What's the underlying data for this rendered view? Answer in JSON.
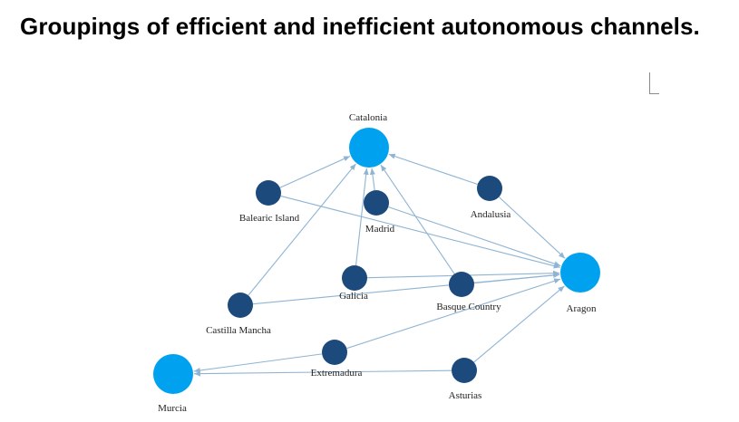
{
  "title": "Groupings of efficient and inefficient autonomous channels.",
  "colors": {
    "efficient": "#00a2f0",
    "inefficient": "#1c4a7c",
    "edge": "#8fb4d4"
  },
  "nodes": [
    {
      "id": "catalonia",
      "label": "Catalonia",
      "group": "efficient"
    },
    {
      "id": "balearic",
      "label": "Balearic Island",
      "group": "inefficient"
    },
    {
      "id": "madrid",
      "label": "Madrid",
      "group": "inefficient"
    },
    {
      "id": "andalusia",
      "label": "Andalusia",
      "group": "inefficient"
    },
    {
      "id": "aragon",
      "label": "Aragon",
      "group": "efficient"
    },
    {
      "id": "galicia",
      "label": "Galicia",
      "group": "inefficient"
    },
    {
      "id": "basque",
      "label": "Basque Country",
      "group": "inefficient"
    },
    {
      "id": "castilla",
      "label": "Castilla Mancha",
      "group": "inefficient"
    },
    {
      "id": "extremadura",
      "label": "Extremadura",
      "group": "inefficient"
    },
    {
      "id": "asturias",
      "label": "Asturias",
      "group": "inefficient"
    },
    {
      "id": "murcia",
      "label": "Murcia",
      "group": "efficient"
    }
  ],
  "edges": [
    {
      "from": "balearic",
      "to": "catalonia"
    },
    {
      "from": "balearic",
      "to": "aragon"
    },
    {
      "from": "madrid",
      "to": "catalonia"
    },
    {
      "from": "madrid",
      "to": "aragon"
    },
    {
      "from": "andalusia",
      "to": "catalonia"
    },
    {
      "from": "andalusia",
      "to": "aragon"
    },
    {
      "from": "galicia",
      "to": "catalonia"
    },
    {
      "from": "galicia",
      "to": "aragon"
    },
    {
      "from": "basque",
      "to": "catalonia"
    },
    {
      "from": "basque",
      "to": "aragon"
    },
    {
      "from": "castilla",
      "to": "catalonia"
    },
    {
      "from": "castilla",
      "to": "aragon"
    },
    {
      "from": "extremadura",
      "to": "murcia"
    },
    {
      "from": "extremadura",
      "to": "aragon"
    },
    {
      "from": "asturias",
      "to": "murcia"
    },
    {
      "from": "asturias",
      "to": "aragon"
    }
  ]
}
